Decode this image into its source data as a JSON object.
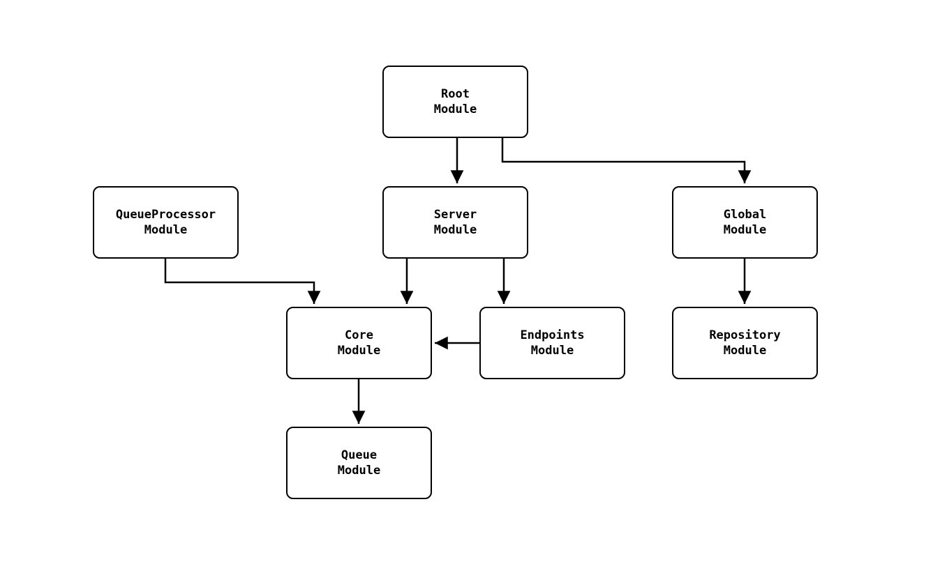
{
  "diagram": {
    "type": "module-dependency-flowchart",
    "colors": {
      "background": "#ffffff",
      "node_fill": "#ffffff",
      "node_border": "#000000",
      "edge_stroke": "#000000",
      "text": "#000000"
    },
    "nodes": {
      "root": {
        "label": "Root\nModule"
      },
      "queueprocessor": {
        "label": "QueueProcessor\nModule"
      },
      "server": {
        "label": "Server\nModule"
      },
      "global": {
        "label": "Global\nModule"
      },
      "core": {
        "label": "Core\nModule"
      },
      "endpoints": {
        "label": "Endpoints\nModule"
      },
      "repository": {
        "label": "Repository\nModule"
      },
      "queue": {
        "label": "Queue\nModule"
      }
    },
    "edges": [
      {
        "from": "Root Module",
        "to": "Server Module"
      },
      {
        "from": "Root Module",
        "to": "Global Module"
      },
      {
        "from": "QueueProcessor Module",
        "to": "Core Module"
      },
      {
        "from": "Server Module",
        "to": "Core Module"
      },
      {
        "from": "Server Module",
        "to": "Endpoints Module"
      },
      {
        "from": "Endpoints Module",
        "to": "Core Module"
      },
      {
        "from": "Global Module",
        "to": "Repository Module"
      },
      {
        "from": "Core Module",
        "to": "Queue Module"
      }
    ]
  }
}
